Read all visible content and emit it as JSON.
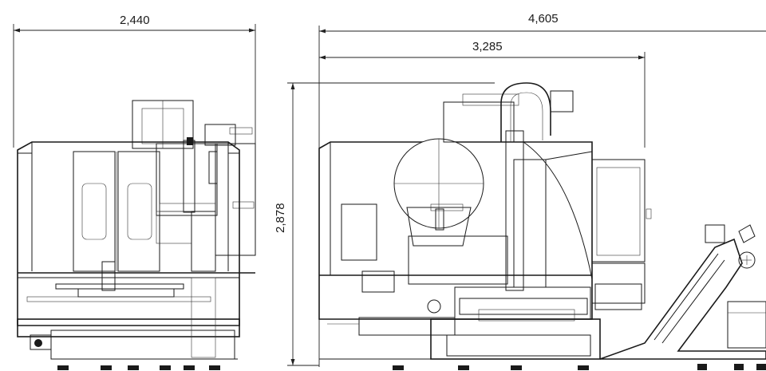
{
  "dimensions": {
    "front_width": "2,440",
    "side_total_length": "4,605",
    "side_machine_length": "3,285",
    "height": "2,878"
  }
}
